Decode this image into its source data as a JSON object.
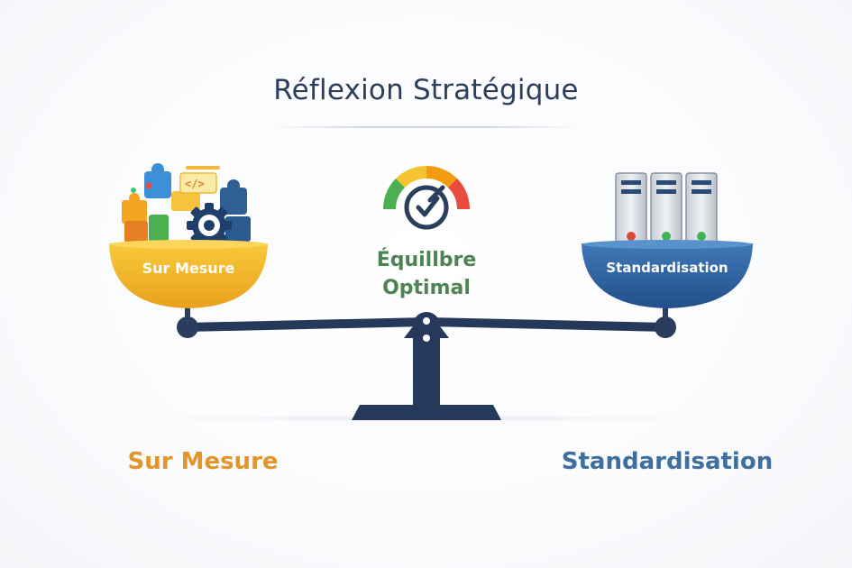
{
  "title": "Réflexion Stratégique",
  "center": {
    "label_line1": "Équillbre",
    "label_line2": "Optimal"
  },
  "left_pan": {
    "label": "Sur Mesure",
    "icons": [
      "puzzle-piece-icon",
      "gear-icon",
      "code-icon"
    ]
  },
  "right_pan": {
    "label": "Standardisation",
    "icons": [
      "server-rack-icon"
    ]
  },
  "bottom_labels": {
    "left": "Sur Mesure",
    "right": "Standardisation"
  },
  "gauge": {
    "icon": "gauge-check-icon"
  },
  "colors": {
    "title": "#2b3f5c",
    "left_accent": "#e2952b",
    "right_accent": "#3e6f9f",
    "center_accent": "#4e8451",
    "beam": "#27395a"
  }
}
